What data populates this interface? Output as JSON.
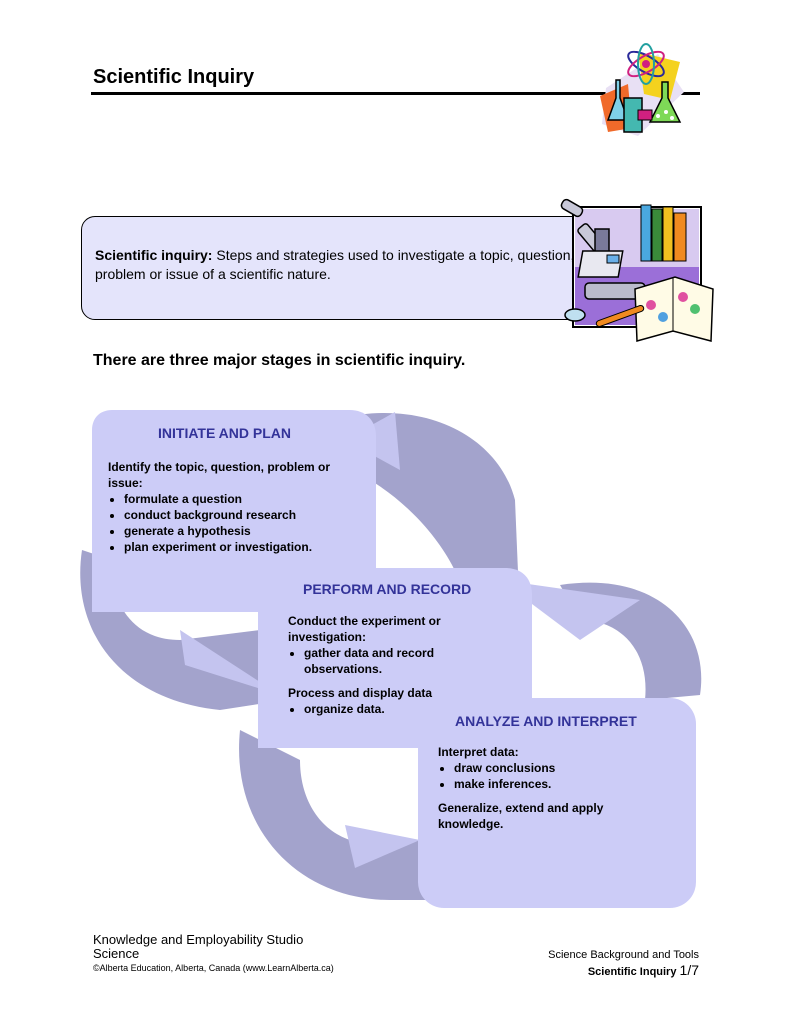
{
  "header": {
    "title": "Scientific Inquiry"
  },
  "definition": {
    "term": "Scientific inquiry:",
    "text": " Steps and strategies used to investigate a topic, question, problem or issue of a scientific nature."
  },
  "stages_heading": "There are three major stages in scientific inquiry.",
  "stages": {
    "initiate": {
      "title": "INITIATE AND PLAN",
      "intro": "Identify the topic, question, problem or issue:",
      "bullets": [
        "formulate a question",
        "conduct background research",
        "generate a hypothesis",
        "plan experiment or investigation."
      ]
    },
    "perform": {
      "title": "PERFORM AND RECORD",
      "intro": "Conduct the experiment or investigation:",
      "bullets": [
        "gather data and record observations."
      ],
      "intro2": "Process and display data",
      "bullets2": [
        "organize data."
      ]
    },
    "analyze": {
      "title": "ANALYZE AND INTERPRET",
      "intro": "Interpret data:",
      "bullets": [
        "draw conclusions",
        "make inferences."
      ],
      "outro": "Generalize, extend and apply knowledge."
    }
  },
  "footer": {
    "line1": "Knowledge and Employability Studio",
    "line2": "Science",
    "copyright": "©Alberta Education, Alberta, Canada (www.LearnAlberta.ca)",
    "right_line1": "Science Background and Tools",
    "right_label": "Scientific Inquiry",
    "page": "1/7"
  },
  "colors": {
    "panel_fill": "#ccccf7",
    "arrow_fill": "#a3a3cc",
    "title_blue": "#333399"
  }
}
